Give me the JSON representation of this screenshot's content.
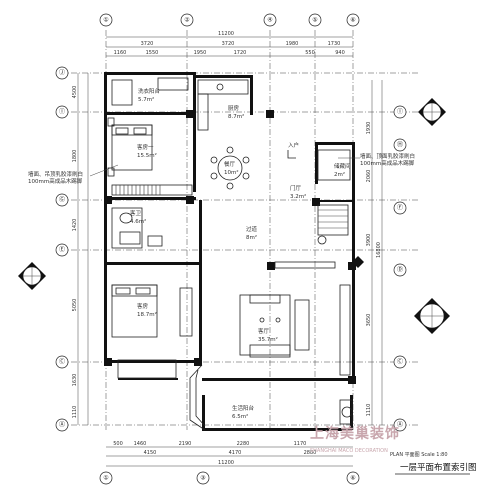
{
  "title": "一层平面布置索引图",
  "scale_note": "PLAN 平面图 Scale 1:80",
  "watermark": {
    "cn": "上海美巢装饰",
    "en": "SHANGHAI MACO DECORATION"
  },
  "axis_top": [
    "①",
    "②",
    "④",
    "⑤",
    "⑥"
  ],
  "axis_left": [
    "Ⓙ",
    "Ⓘ",
    "Ⓖ",
    "Ⓔ",
    "Ⓒ",
    "Ⓐ"
  ],
  "axis_right": [
    "Ⓘ",
    "Ⓗ",
    "Ⓕ",
    "Ⓓ",
    "Ⓒ",
    "Ⓐ"
  ],
  "dims_top_total": "11200",
  "dims_top_row1": [
    "3720",
    "3720",
    "1980",
    "1730"
  ],
  "dims_top_row2": [
    "1160",
    "1550",
    "1950",
    "1720",
    "550",
    "940"
  ],
  "dims_bottom_row1": [
    "500",
    "1460",
    "2190",
    "2280",
    "1170"
  ],
  "dims_bottom_row2": [
    "4150",
    "4170",
    "2880"
  ],
  "dims_bottom_total": "11200",
  "dims_left": [
    "4500",
    "1800",
    "1420",
    "5050",
    "1630",
    "1110"
  ],
  "dims_right": [
    "1930",
    "2060",
    "3900",
    "3650",
    "1110"
  ],
  "dims_right_total": "16800",
  "rooms": {
    "laundry": {
      "name": "洗衣阳台",
      "area": "5.7m²"
    },
    "kitchen": {
      "name": "厨房",
      "area": "8.7m²"
    },
    "bedroom_a": {
      "name": "客房一",
      "area": "15.5m²"
    },
    "dining": {
      "name": "餐厅",
      "area": "10m²"
    },
    "porch": {
      "name": "门厅",
      "area": "3.2m²"
    },
    "storage": {
      "name": "储藏间",
      "area": "2m²"
    },
    "bath": {
      "name": "客卫",
      "area": "4.6m²"
    },
    "corridor": {
      "name": "过道",
      "area": "8m²"
    },
    "bedroom_b": {
      "name": "客房",
      "area": "18.7m²"
    },
    "living": {
      "name": "客厅",
      "area": "35.7m²"
    },
    "sunroom": {
      "name": "生活阳台",
      "area": "6.5m²"
    }
  },
  "entry_label": "入户",
  "note_left": [
    "墙面、吊顶乳胶漆刷白",
    "100mm高成品木踢脚"
  ],
  "note_right": [
    "墙面、顶面乳胶漆刷白",
    "100mm高成品木踢脚"
  ]
}
